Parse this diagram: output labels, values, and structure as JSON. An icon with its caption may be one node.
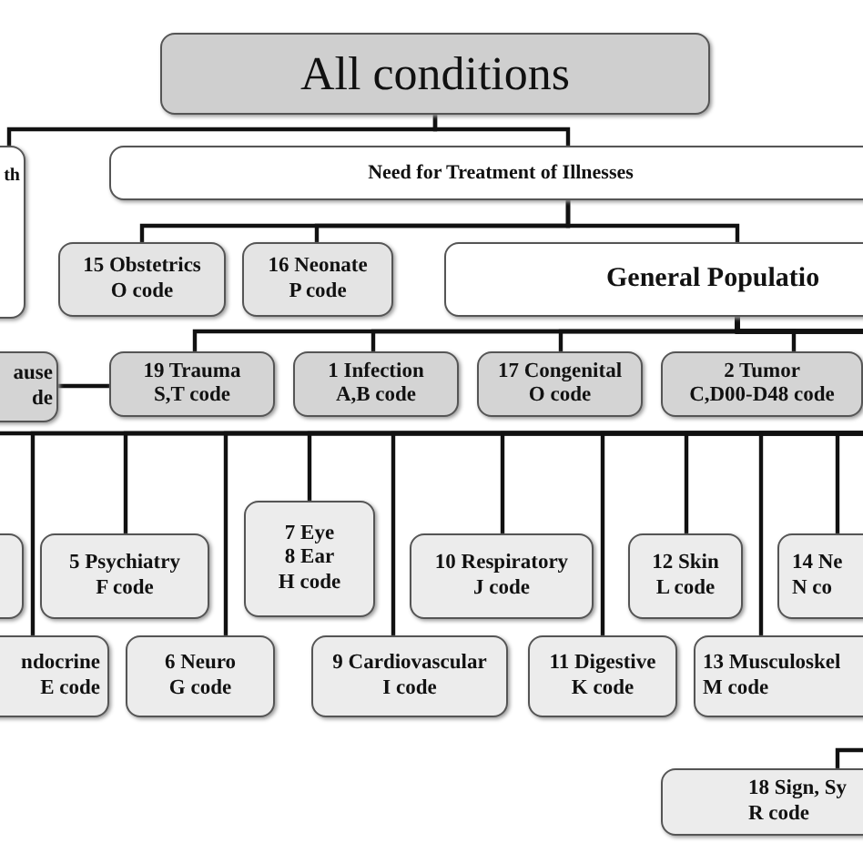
{
  "diagram": {
    "nodes": [
      {
        "text": [
          "All conditions"
        ]
      },
      {
        "text": [
          "th"
        ]
      },
      {
        "text": [
          "Need for Treatment of Illnesses"
        ]
      },
      {
        "text": [
          "15 Obstetrics",
          "O code"
        ]
      },
      {
        "text": [
          "16 Neonate",
          "P code"
        ]
      },
      {
        "text": [
          "General Populatio"
        ]
      },
      {
        "text": [
          "ause",
          "de"
        ]
      },
      {
        "text": [
          "19 Trauma",
          "S,T code"
        ]
      },
      {
        "text": [
          "1 Infection",
          "A,B code"
        ]
      },
      {
        "text": [
          "17 Congenital",
          "O code"
        ]
      },
      {
        "text": [
          "2 Tumor",
          "C,D00-D48 code"
        ]
      },
      {
        "text": [],
        "shape": "box"
      },
      {
        "text": [
          "5 Psychiatry",
          "F code"
        ]
      },
      {
        "text": [
          "7 Eye",
          "8 Ear",
          "H code"
        ]
      },
      {
        "text": [
          "10 Respiratory",
          "J code"
        ]
      },
      {
        "text": [
          "12 Skin",
          "L code"
        ]
      },
      {
        "text": [
          "14 Ne",
          "N co"
        ]
      },
      {
        "text": [
          "ndocrine",
          "E code"
        ]
      },
      {
        "text": [
          "6 Neuro",
          "G code"
        ]
      },
      {
        "text": [
          "9 Cardiovascular",
          "I code"
        ]
      },
      {
        "text": [
          "11 Digestive",
          "K code"
        ]
      },
      {
        "text": [
          "13 Musculoskel",
          "M code"
        ]
      },
      {
        "text": [
          "18 Sign, Sy",
          "R code"
        ]
      }
    ],
    "edges": [
      {
        "from": 0,
        "to": 1,
        "arrow": "none"
      },
      {
        "from": 0,
        "to": 2,
        "arrow": "none"
      },
      {
        "from": 2,
        "to": 3,
        "arrow": "none"
      },
      {
        "from": 2,
        "to": 4,
        "arrow": "none"
      },
      {
        "from": 2,
        "to": 5,
        "arrow": "none"
      },
      {
        "from": 5,
        "to": 7,
        "arrow": "none"
      },
      {
        "from": 5,
        "to": 8,
        "arrow": "none"
      },
      {
        "from": 5,
        "to": 9,
        "arrow": "none"
      },
      {
        "from": 5,
        "to": 10,
        "arrow": "none"
      },
      {
        "from": 7,
        "to": 6,
        "arrow": "none"
      },
      {
        "from": 5,
        "to": 11,
        "arrow": "none"
      },
      {
        "from": 5,
        "to": 12,
        "arrow": "none"
      },
      {
        "from": 5,
        "to": 13,
        "arrow": "none"
      },
      {
        "from": 5,
        "to": 14,
        "arrow": "none"
      },
      {
        "from": 5,
        "to": 15,
        "arrow": "none"
      },
      {
        "from": 5,
        "to": 16,
        "arrow": "none"
      },
      {
        "from": 5,
        "to": 17,
        "arrow": "none"
      },
      {
        "from": 5,
        "to": 18,
        "arrow": "none"
      },
      {
        "from": 5,
        "to": 19,
        "arrow": "none"
      },
      {
        "from": 5,
        "to": 20,
        "arrow": "none"
      },
      {
        "from": 5,
        "to": 21,
        "arrow": "none"
      },
      {
        "from": null,
        "to": 22,
        "arrow": "none"
      }
    ]
  }
}
